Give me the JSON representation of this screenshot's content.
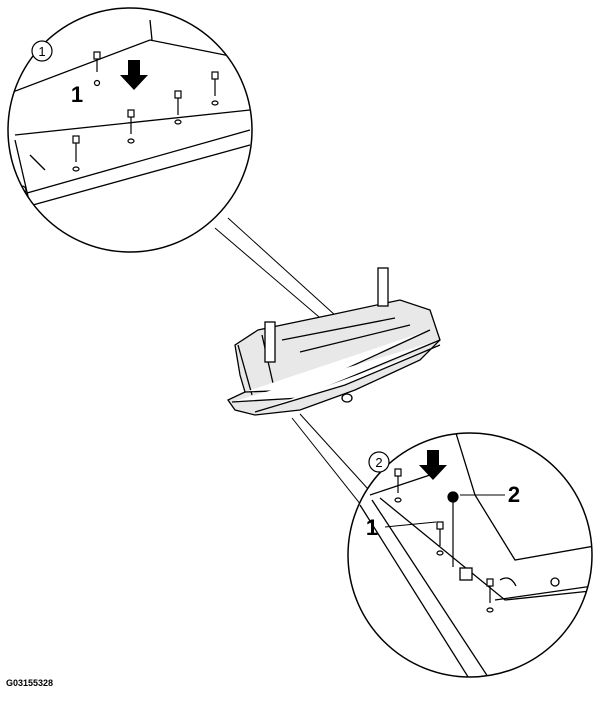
{
  "detail_views": [
    {
      "marker": "1",
      "callouts": [
        "1"
      ]
    },
    {
      "marker": "2",
      "callouts": [
        "1",
        "2"
      ]
    }
  ],
  "figure_id": "G03155328"
}
